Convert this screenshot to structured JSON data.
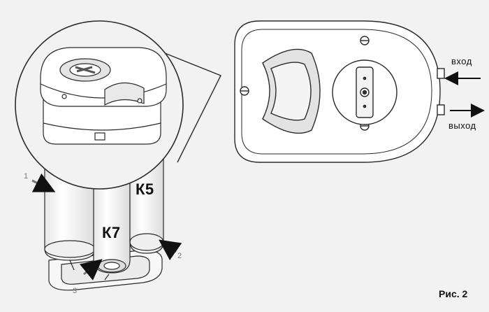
{
  "labels": {
    "inlet": "вход",
    "outlet": "выход",
    "cartridge_k5": "К5",
    "cartridge_k7": "К7",
    "callout_1": "1",
    "callout_2": "2",
    "callout_3": "3",
    "figure_caption": "Рис. 2"
  },
  "colors": {
    "background": "#f2f2f2",
    "outline": "#2a2a2a",
    "body_fill": "#ffffff",
    "shade": "#d9d9d9",
    "arrow": "#111111"
  }
}
